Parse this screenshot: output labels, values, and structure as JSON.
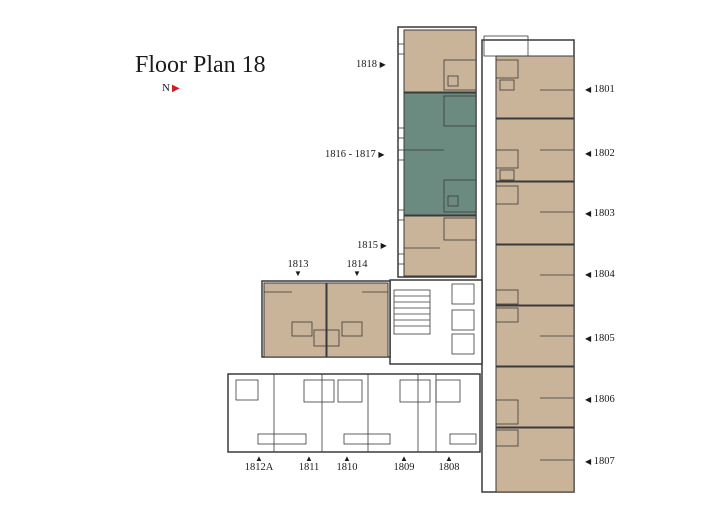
{
  "title": "Floor Plan 18",
  "north": {
    "label": "N",
    "arrow": "▶"
  },
  "colors": {
    "unit": "#c9b49a",
    "selected": "#6b8a80",
    "wall": "#3a3a3a",
    "core": "#ffffff"
  },
  "units_left_arrow": [
    {
      "id": "1818",
      "label": "1818"
    },
    {
      "id": "1816-1817",
      "label": "1816 - 1817"
    },
    {
      "id": "1815",
      "label": "1815"
    }
  ],
  "units_right": [
    {
      "id": "1801",
      "label": "1801"
    },
    {
      "id": "1802",
      "label": "1802"
    },
    {
      "id": "1803",
      "label": "1803"
    },
    {
      "id": "1804",
      "label": "1804"
    },
    {
      "id": "1805",
      "label": "1805"
    },
    {
      "id": "1806",
      "label": "1806"
    },
    {
      "id": "1807",
      "label": "1807"
    }
  ],
  "units_top": [
    {
      "id": "1813",
      "label": "1813"
    },
    {
      "id": "1814",
      "label": "1814"
    }
  ],
  "units_bottom": [
    {
      "id": "1812A",
      "label": "1812A"
    },
    {
      "id": "1811",
      "label": "1811"
    },
    {
      "id": "1810",
      "label": "1810"
    },
    {
      "id": "1809",
      "label": "1809"
    },
    {
      "id": "1808",
      "label": "1808"
    }
  ],
  "selected_unit": "1816 - 1817"
}
